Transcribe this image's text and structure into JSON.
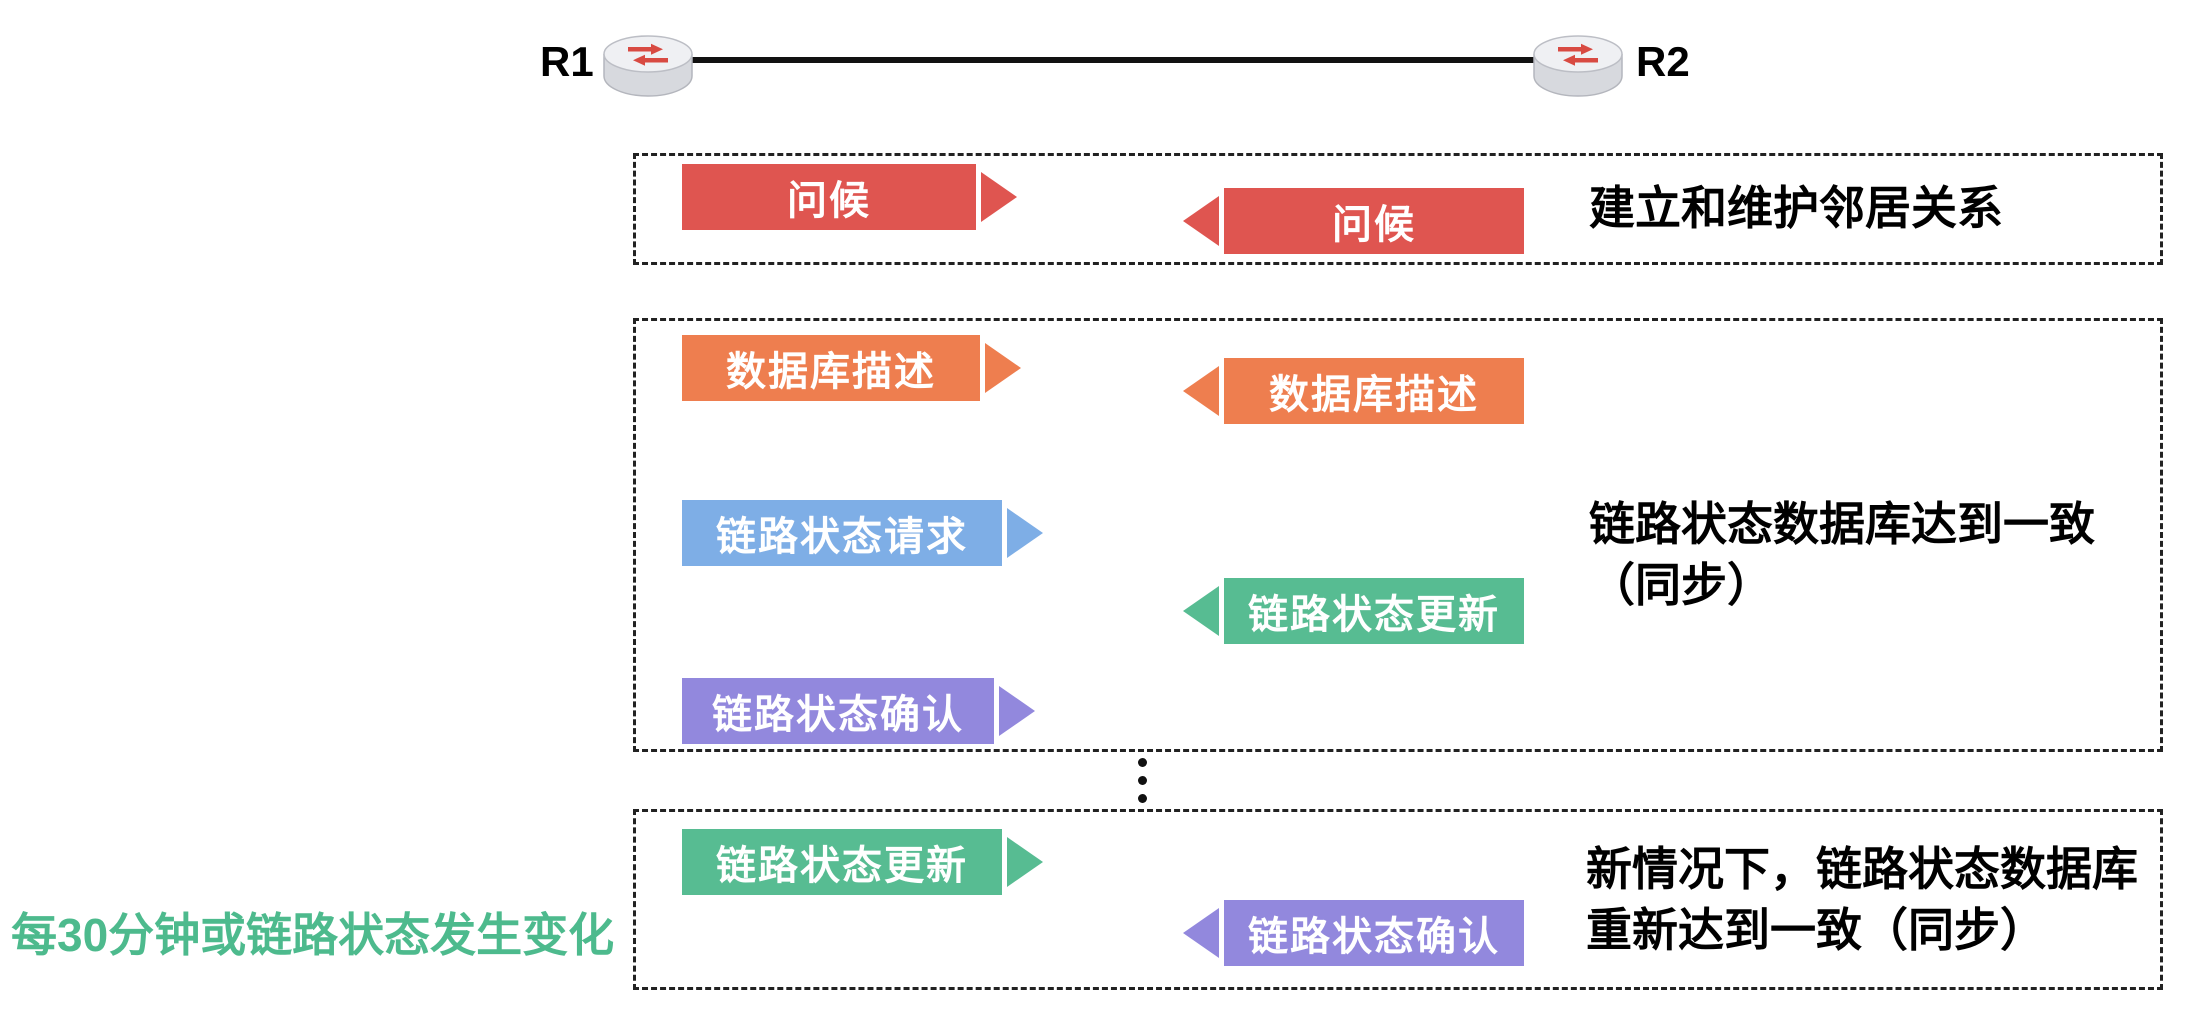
{
  "topology": {
    "router_left": "R1",
    "router_right": "R2"
  },
  "colors": {
    "hello": "#DF5550",
    "database_description": "#EE7E4F",
    "link_state_request": "#7EAEE6",
    "link_state_update": "#57BC92",
    "link_state_ack": "#9288DD",
    "side_note_text": "#4DBA8D",
    "router_arrow_glyph": "#D84A42"
  },
  "sections": {
    "neighbor": {
      "note": "建立和维护邻居关系",
      "hello_right": "问候",
      "hello_left": "问候"
    },
    "sync": {
      "note_line1": "链路状态数据库达到一致",
      "note_line2": "（同步）",
      "dbd_right": "数据库描述",
      "dbd_left": "数据库描述",
      "ls_request_right": "链路状态请求",
      "ls_update_left": "链路状态更新",
      "ls_ack_right": "链路状态确认"
    },
    "resync": {
      "note_line1": "新情况下，链路状态数据库",
      "note_line2": "重新达到一致（同步）",
      "ls_update_right": "链路状态更新",
      "ls_ack_left": "链路状态确认"
    }
  },
  "side_note": "每30分钟或链路状态发生变化"
}
